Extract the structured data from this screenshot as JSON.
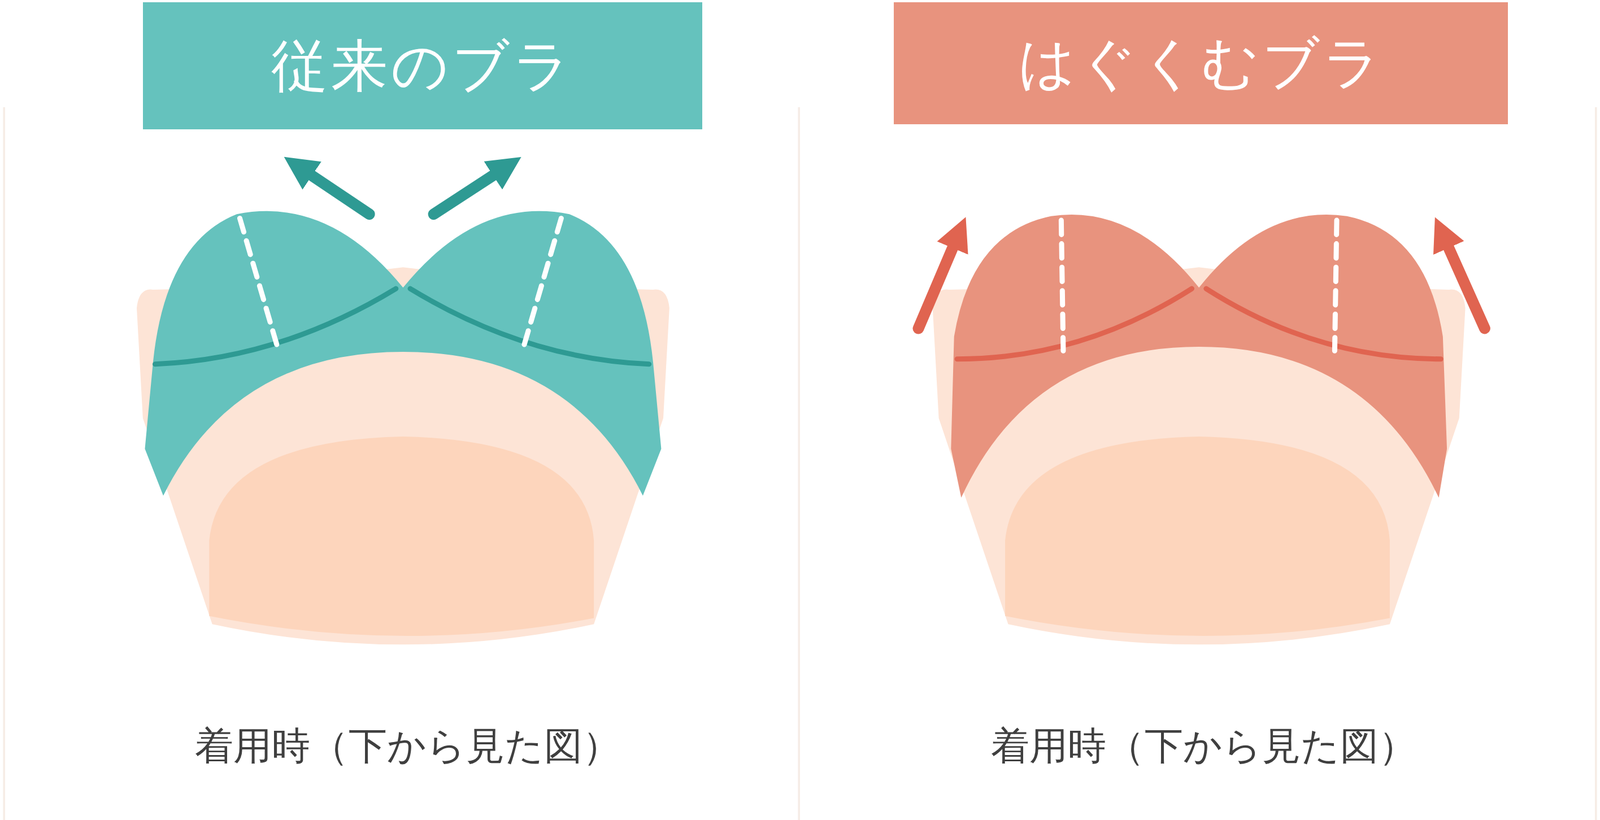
{
  "diagram": {
    "nodes": [
      {
        "text": [
          "従来のブラ"
        ]
      },
      {
        "text": [
          "はぐくむブラ"
        ]
      }
    ],
    "labels": [
      "着用時（下から見た図）",
      "着用時（下から見た図）"
    ]
  }
}
